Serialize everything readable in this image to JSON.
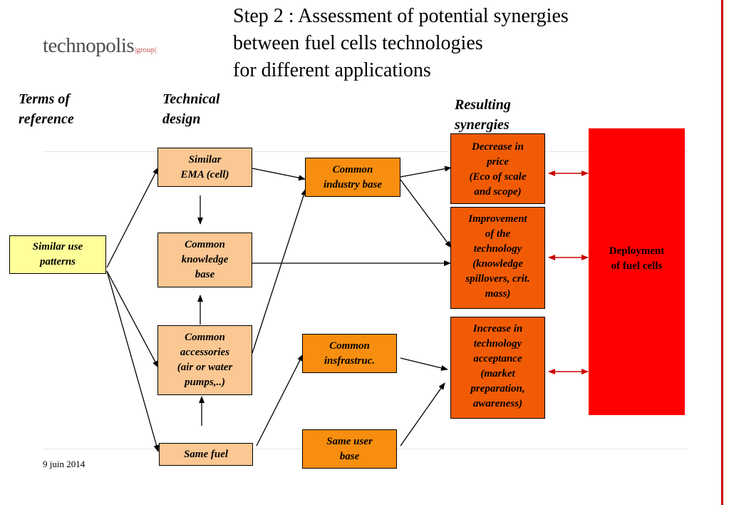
{
  "logo": {
    "main": "technopolis",
    "suffix": "|group|"
  },
  "title": {
    "line1": "Step 2 : Assessment of potential synergies",
    "line2": "between fuel cells technologies",
    "line3": "for different applications"
  },
  "columns": {
    "terms": {
      "line1": "Terms of",
      "line2": "reference"
    },
    "design": {
      "line1": "Technical",
      "line2": "design"
    },
    "synergies": {
      "line1": "Resulting",
      "line2": "synergies"
    }
  },
  "nodes": {
    "use_patterns": {
      "line1": "Similar use",
      "line2": "patterns"
    },
    "ema": {
      "line1": "Similar",
      "line2": "EMA (cell)"
    },
    "knowledge": {
      "line1": "Common",
      "line2": "knowledge",
      "line3": "base"
    },
    "accessories": {
      "line1": "Common",
      "line2": "accessories",
      "line3": "(air or water",
      "line4": "pumps,..)"
    },
    "fuel": {
      "line1": "Same fuel"
    },
    "industry": {
      "line1": "Common",
      "line2": "industry base"
    },
    "infra": {
      "line1": "Common",
      "line2": "insfrastruc."
    },
    "user_base": {
      "line1": "Same user",
      "line2": "base"
    },
    "price": {
      "line1": "Decrease in",
      "line2": "price",
      "line3": "(Eco of scale",
      "line4": "and scope)"
    },
    "improvement": {
      "line1": "Improvement",
      "line2": "of the",
      "line3": "technology",
      "line4": "(knowledge",
      "line5": "spillovers, crit.",
      "line6": "mass)"
    },
    "acceptance": {
      "line1": "Increase in",
      "line2": "technology",
      "line3": "acceptance",
      "line4": "(market",
      "line5": "preparation,",
      "line6": "awareness)"
    },
    "deployment": {
      "line1": "Deployment",
      "line2": "of fuel cells"
    }
  },
  "footer": {
    "date": "9 juin 2014"
  },
  "colors": {
    "light_box": "#fbc793",
    "orange_box": "#f78e0f",
    "dark_box": "#f25b05",
    "yellow_box": "#ffff99",
    "deployment": "#ff0000",
    "red_arrow": "#cc0000"
  }
}
